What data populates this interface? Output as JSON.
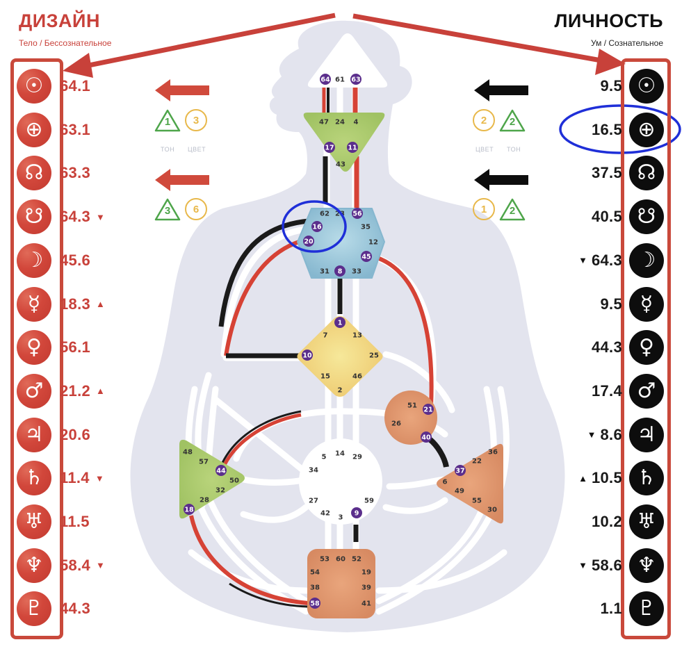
{
  "design": {
    "title": "ДИЗАЙН",
    "subtitle": "Тело / Бессознательное",
    "color": "#c8413a",
    "planets": [
      {
        "icon": "sun-icon",
        "glyph": "☉",
        "value": "64.1",
        "marker": ""
      },
      {
        "icon": "earth-icon",
        "glyph": "⊕",
        "value": "63.1",
        "marker": ""
      },
      {
        "icon": "north-node-icon",
        "glyph": "☊",
        "value": "63.3",
        "marker": ""
      },
      {
        "icon": "south-node-icon",
        "glyph": "☋",
        "value": "64.3",
        "marker": "▼"
      },
      {
        "icon": "moon-icon",
        "glyph": "☽",
        "value": "45.6",
        "marker": ""
      },
      {
        "icon": "mercury-icon",
        "glyph": "☿",
        "value": "18.3",
        "marker": "▲"
      },
      {
        "icon": "venus-icon",
        "glyph": "♀",
        "value": "56.1",
        "marker": ""
      },
      {
        "icon": "mars-icon",
        "glyph": "♂",
        "value": "21.2",
        "marker": "▲"
      },
      {
        "icon": "jupiter-icon",
        "glyph": "♃",
        "value": "20.6",
        "marker": ""
      },
      {
        "icon": "saturn-icon",
        "glyph": "♄",
        "value": "11.4",
        "marker": "▼"
      },
      {
        "icon": "uranus-icon",
        "glyph": "♅",
        "value": "11.5",
        "marker": ""
      },
      {
        "icon": "neptune-icon",
        "glyph": "♆",
        "value": "58.4",
        "marker": "▼"
      },
      {
        "icon": "pluto-icon",
        "glyph": "♇",
        "value": "44.3",
        "marker": ""
      }
    ],
    "variables": [
      {
        "arrow": "left",
        "tone": "1",
        "color": "3"
      },
      {
        "arrow": "left",
        "tone": "3",
        "color": "6"
      }
    ],
    "labels": {
      "tone": "ТОН",
      "color": "ЦВЕТ"
    }
  },
  "personality": {
    "title": "ЛИЧНОСТЬ",
    "subtitle": "Ум / Сознательное",
    "color": "#111111",
    "planets": [
      {
        "icon": "sun-icon",
        "glyph": "☉",
        "value": "9.5",
        "marker": ""
      },
      {
        "icon": "earth-icon",
        "glyph": "⊕",
        "value": "16.5",
        "marker": ""
      },
      {
        "icon": "north-node-icon",
        "glyph": "☊",
        "value": "37.5",
        "marker": ""
      },
      {
        "icon": "south-node-icon",
        "glyph": "☋",
        "value": "40.5",
        "marker": ""
      },
      {
        "icon": "moon-icon",
        "glyph": "☽",
        "value": "64.3",
        "marker": "▼"
      },
      {
        "icon": "mercury-icon",
        "glyph": "☿",
        "value": "9.5",
        "marker": ""
      },
      {
        "icon": "venus-icon",
        "glyph": "♀",
        "value": "44.3",
        "marker": ""
      },
      {
        "icon": "mars-icon",
        "glyph": "♂",
        "value": "17.4",
        "marker": ""
      },
      {
        "icon": "jupiter-icon",
        "glyph": "♃",
        "value": "8.6",
        "marker": "▼"
      },
      {
        "icon": "saturn-icon",
        "glyph": "♄",
        "value": "10.5",
        "marker": "▲"
      },
      {
        "icon": "uranus-icon",
        "glyph": "♅",
        "value": "10.2",
        "marker": ""
      },
      {
        "icon": "neptune-icon",
        "glyph": "♆",
        "value": "58.6",
        "marker": "▼"
      },
      {
        "icon": "pluto-icon",
        "glyph": "♇",
        "value": "1.1",
        "marker": ""
      }
    ],
    "variables": [
      {
        "arrow": "left",
        "tone": "2",
        "color": "2"
      },
      {
        "arrow": "left",
        "tone": "2",
        "color": "1"
      }
    ],
    "labels": {
      "tone": "ТОН",
      "color": "ЦВЕТ"
    }
  },
  "annotations": {
    "highlighted_personality_row": "16.5",
    "highlighted_gates": [
      "16",
      "20"
    ]
  },
  "bodygraph": {
    "centers": [
      {
        "name": "head",
        "gates": [
          "64",
          "61",
          "63"
        ],
        "active": [
          "64",
          "63"
        ],
        "defined": false
      },
      {
        "name": "ajna",
        "gates": [
          "47",
          "24",
          "4",
          "17",
          "11",
          "43"
        ],
        "active": [
          "17",
          "11"
        ],
        "defined": true,
        "color": "#a8c66c"
      },
      {
        "name": "throat",
        "gates": [
          "62",
          "23",
          "56",
          "16",
          "35",
          "20",
          "12",
          "45",
          "31",
          "8",
          "33"
        ],
        "active": [
          "56",
          "16",
          "20",
          "45",
          "8"
        ],
        "defined": true,
        "color": "#8fc0d6"
      },
      {
        "name": "g-center",
        "gates": [
          "1",
          "7",
          "13",
          "10",
          "25",
          "15",
          "46",
          "2"
        ],
        "active": [
          "1",
          "10"
        ],
        "defined": true,
        "color": "#f0d77e"
      },
      {
        "name": "heart",
        "gates": [
          "51",
          "21",
          "26",
          "40"
        ],
        "active": [
          "21",
          "40"
        ],
        "defined": true,
        "color": "#d98f68"
      },
      {
        "name": "spleen",
        "gates": [
          "48",
          "57",
          "44",
          "50",
          "32",
          "28",
          "18"
        ],
        "active": [
          "44",
          "18"
        ],
        "defined": true,
        "color": "#a8c66c"
      },
      {
        "name": "sacral",
        "gates": [
          "5",
          "14",
          "29",
          "34",
          "27",
          "59",
          "42",
          "3",
          "9"
        ],
        "active": [
          "9"
        ],
        "defined": false
      },
      {
        "name": "solar-plexus",
        "gates": [
          "36",
          "22",
          "37",
          "6",
          "49",
          "55",
          "30"
        ],
        "active": [
          "37"
        ],
        "defined": true,
        "color": "#d98f68"
      },
      {
        "name": "root",
        "gates": [
          "53",
          "60",
          "52",
          "54",
          "19",
          "38",
          "39",
          "58",
          "41"
        ],
        "active": [
          "58"
        ],
        "defined": true,
        "color": "#d98f68"
      }
    ]
  }
}
